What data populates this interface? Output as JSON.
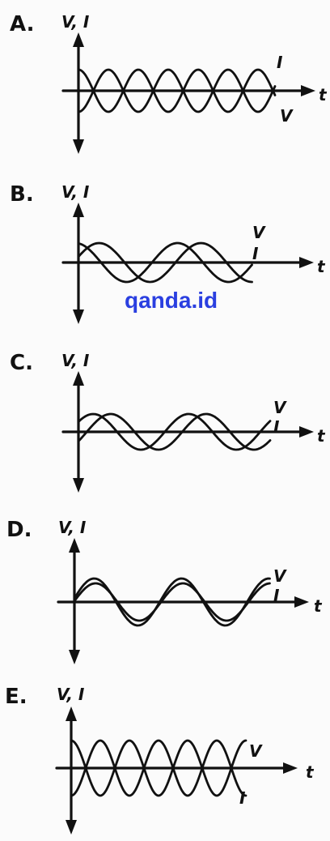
{
  "watermark": "qanda.id",
  "panels": [
    {
      "letter": "A.",
      "y_axis_label": "V, I",
      "x_axis_label": "t",
      "upper_curve_label": "I",
      "lower_curve_label": "V",
      "relation": "V and I in antiphase, equal amplitude"
    },
    {
      "letter": "B.",
      "y_axis_label": "V, I",
      "x_axis_label": "t",
      "upper_curve_label": "V",
      "lower_curve_label": "I",
      "relation": "I leads V by a quarter period"
    },
    {
      "letter": "C.",
      "y_axis_label": "V, I",
      "x_axis_label": "t",
      "upper_curve_label": "V",
      "lower_curve_label": "I",
      "relation": "I lags V by a quarter period"
    },
    {
      "letter": "D.",
      "y_axis_label": "V, I",
      "x_axis_label": "t",
      "upper_curve_label": "V",
      "lower_curve_label": "I",
      "relation": "V and I in phase"
    },
    {
      "letter": "E.",
      "y_axis_label": "V, I",
      "x_axis_label": "t",
      "upper_curve_label": "V",
      "lower_curve_label": "I",
      "relation": "V and I in antiphase, equal amplitude"
    }
  ]
}
